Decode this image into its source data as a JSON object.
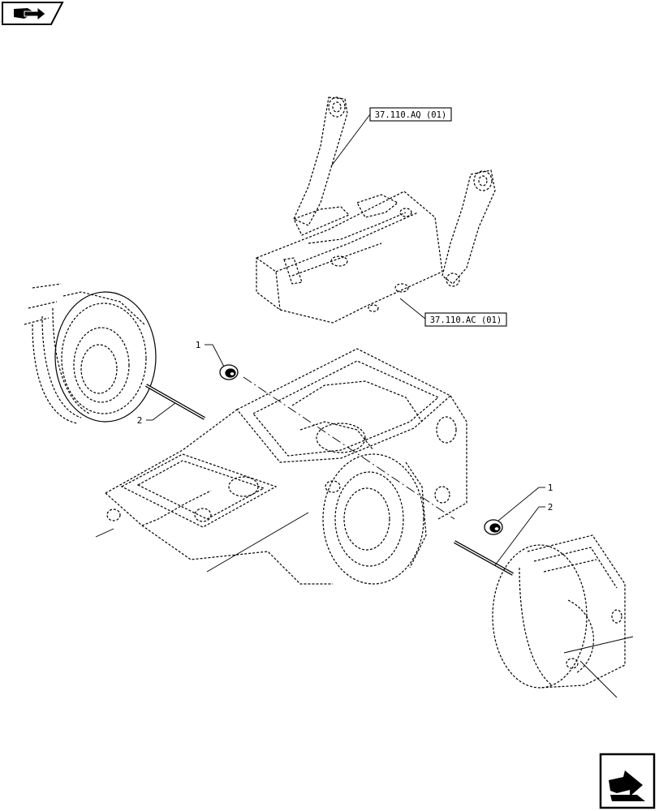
{
  "diagram": {
    "references": [
      {
        "id": "ref-hitch",
        "label": "37.110.AQ (01)"
      },
      {
        "id": "ref-housing",
        "label": "37.110.AC (01)"
      }
    ],
    "callouts": [
      {
        "id": "callout-1-left",
        "label": "1"
      },
      {
        "id": "callout-2-left",
        "label": "2"
      },
      {
        "id": "callout-1-right",
        "label": "1"
      },
      {
        "id": "callout-2-right",
        "label": "2"
      }
    ]
  },
  "navigation": {
    "top_icon": "book-arrow-icon",
    "bottom_icon": "return-arrow-icon"
  },
  "colors": {
    "line": "#000000",
    "background": "#ffffff"
  }
}
